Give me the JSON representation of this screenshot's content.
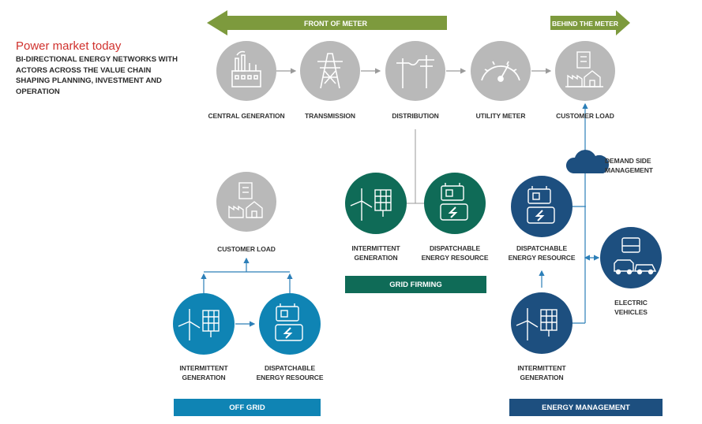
{
  "header": {
    "title": "Power market today",
    "subtitle": "BI-DIRECTIONAL ENERGY NETWORKS WITH ACTORS ACROSS THE VALUE CHAIN SHAPING PLANNING, INVESTMENT AND OPERATION"
  },
  "arrows": {
    "front_of_meter": "FRONT OF METER",
    "behind_the_meter": "BEHIND THE METER"
  },
  "value_chain": [
    {
      "label": "CENTRAL GENERATION",
      "icon": "factory-icon"
    },
    {
      "label": "TRANSMISSION",
      "icon": "transmission-tower-icon"
    },
    {
      "label": "DISTRIBUTION",
      "icon": "utility-pole-icon"
    },
    {
      "label": "UTILITY METER",
      "icon": "meter-gauge-icon"
    },
    {
      "label": "CUSTOMER LOAD",
      "icon": "buildings-icon"
    }
  ],
  "off_grid": {
    "banner": "OFF GRID",
    "customer_load": "CUSTOMER LOAD",
    "intermittent": "INTERMITTENT GENERATION",
    "dispatchable": "DISPATCHABLE ENERGY RESOURCE"
  },
  "grid_firming": {
    "banner": "GRID FIRMING",
    "intermittent": "INTERMITTENT GENERATION",
    "dispatchable": "DISPATCHABLE ENERGY RESOURCE"
  },
  "energy_management": {
    "banner": "ENERGY MANAGEMENT",
    "demand_side": "DEMAND SIDE MANAGEMENT",
    "dispatchable": "DISPATCHABLE ENERGY RESOURCE",
    "electric_vehicles": "ELECTRIC VEHICLES",
    "intermittent": "INTERMITTENT GENERATION"
  },
  "colors": {
    "grey_circle": "#b9b9b9",
    "green_arrow": "#7d9a3d",
    "teal_green": "#0f6b57",
    "off_grid_blue": "#0f84b4",
    "navy": "#1d4f7f",
    "red_title": "#d0312d",
    "connector_blue": "#2c7fb8"
  }
}
